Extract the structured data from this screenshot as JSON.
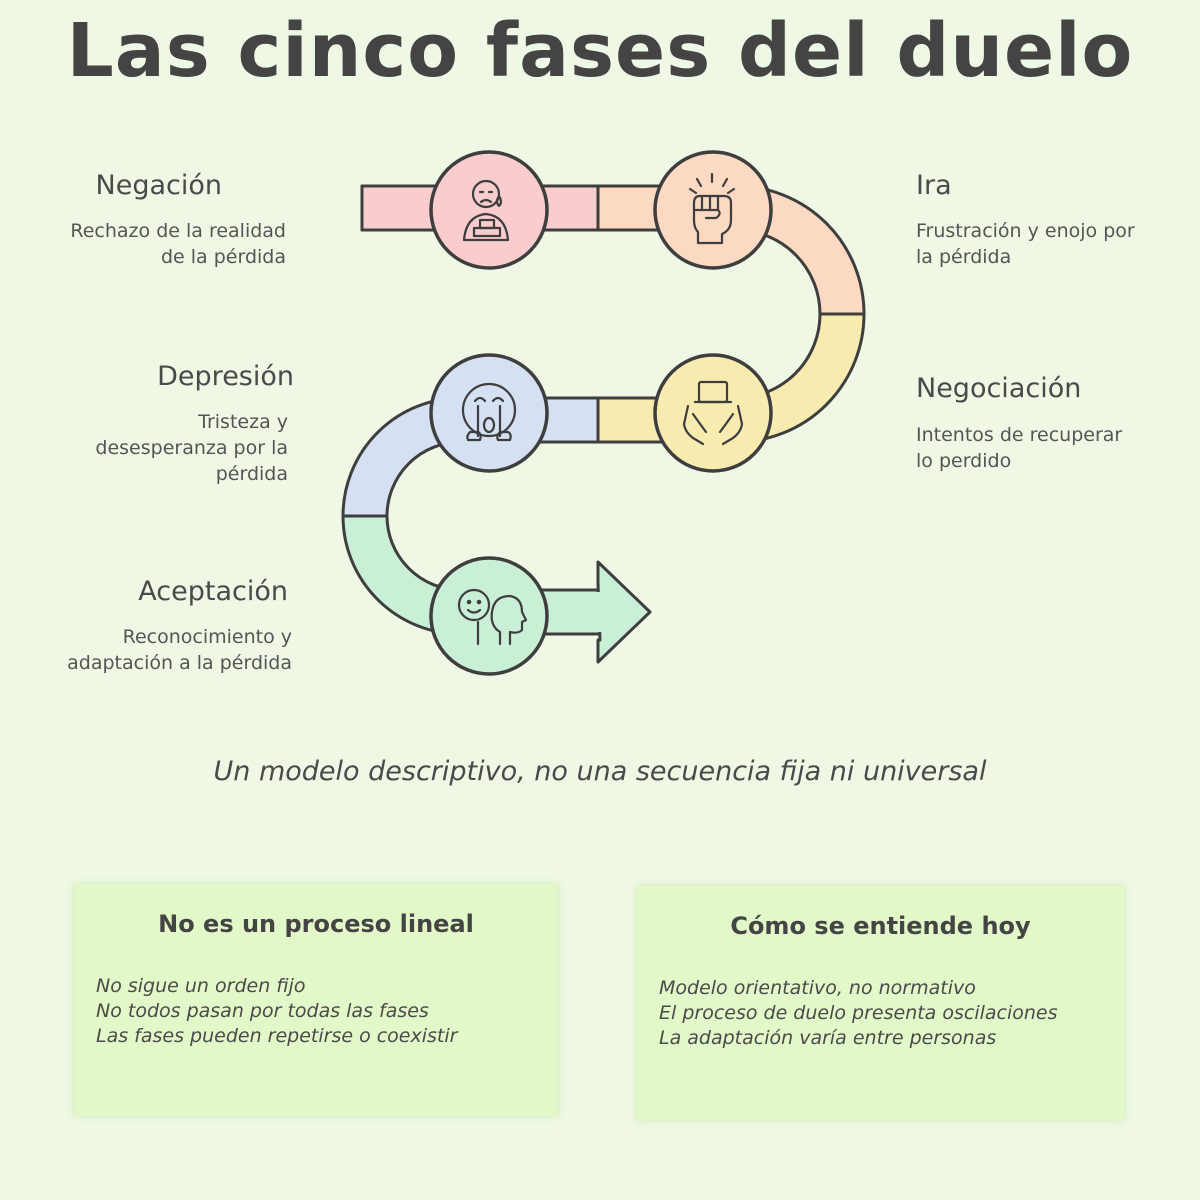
{
  "title": "Las cinco fases del duelo",
  "phases": [
    {
      "name": "Negación",
      "desc_lines": [
        "Rechazo de la realidad",
        "de la pérdida"
      ],
      "icon": "sad-person-icon",
      "color": "#f8c8c8"
    },
    {
      "name": "Ira",
      "desc_lines": [
        "Frustración y enojo por",
        "la pérdida"
      ],
      "icon": "clenched-fist-icon",
      "color": "#fbd7bd"
    },
    {
      "name": "Negociación",
      "desc_lines": [
        "Intentos de recuperar",
        "lo perdido"
      ],
      "icon": "hands-offering-icon",
      "color": "#f8eba4"
    },
    {
      "name": "Depresión",
      "desc_lines": [
        "Tristeza y",
        "desesperanza por la",
        "pérdida"
      ],
      "icon": "crying-face-icon",
      "color": "#d2dff5"
    },
    {
      "name": "Aceptación",
      "desc_lines": [
        "Reconocimiento y",
        "adaptación a la pérdida"
      ],
      "icon": "smiling-head-icon",
      "color": "#c4f0d2"
    }
  ],
  "subtitle": "Un modelo descriptivo, no una secuencia fija ni universal",
  "cards": [
    {
      "title": "No es un proceso lineal",
      "items": [
        "No sigue un orden fijo",
        "No todos pasan por todas las fases",
        "Las fases pueden repetirse o coexistir"
      ]
    },
    {
      "title": "Cómo se entiende hoy",
      "items": [
        "Modelo orientativo, no normativo",
        "El proceso de duelo presenta oscilaciones",
        "La adaptación varía entre personas"
      ]
    }
  ]
}
